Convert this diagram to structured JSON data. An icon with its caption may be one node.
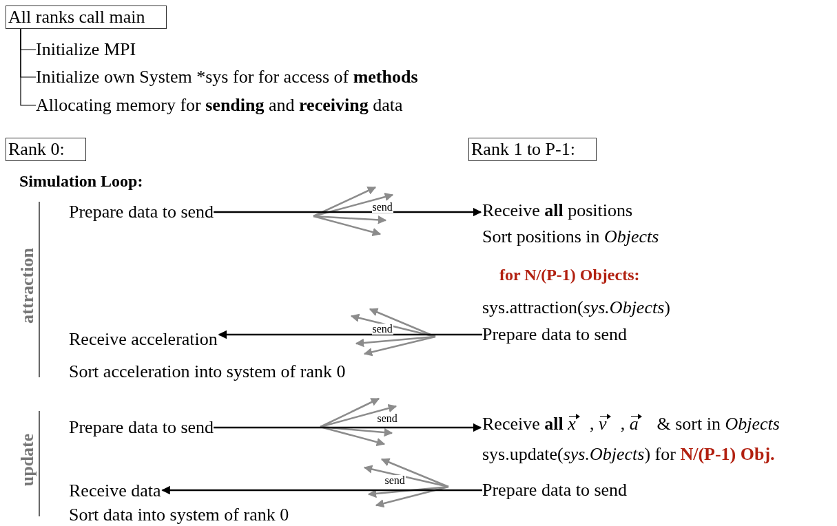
{
  "diagram": {
    "nodes": [
      {
        "text": [
          "All ranks call main"
        ]
      },
      {
        "text": [
          "Initialize MPI"
        ]
      },
      {
        "text": [
          "Initialize own System *sys for for access of **methods**"
        ]
      },
      {
        "text": [
          "Allocating memory for **sending** and **receiving** data"
        ]
      },
      {
        "text": [
          "Rank 0:"
        ]
      },
      {
        "text": [
          "Rank 1 to P-1:"
        ]
      },
      {
        "text": [
          "Prepare data to send"
        ]
      },
      {
        "text": [
          "Receive **all** positions"
        ]
      },
      {
        "text": [
          "Receive acceleration"
        ]
      },
      {
        "text": [
          "Prepare data to send"
        ]
      },
      {
        "text": [
          "Prepare data to send"
        ]
      },
      {
        "text": [
          "Receive **all** *x⃗*, *v⃗*, *a⃗* & sort in *Objects*"
        ]
      },
      {
        "text": [
          "Receive data"
        ]
      },
      {
        "text": [
          "Prepare data to send"
        ]
      }
    ],
    "edges": [
      {
        "from": 0,
        "to": 1,
        "arrow": "none"
      },
      {
        "from": 0,
        "to": 2,
        "arrow": "none"
      },
      {
        "from": 0,
        "to": 3,
        "arrow": "none"
      },
      {
        "from": 6,
        "to": 7,
        "arrow": "to",
        "label": "send"
      },
      {
        "from": 9,
        "to": 8,
        "arrow": "to",
        "label": "send"
      },
      {
        "from": 10,
        "to": 11,
        "arrow": "to",
        "label": "send"
      },
      {
        "from": 13,
        "to": 12,
        "arrow": "to",
        "label": "send"
      }
    ],
    "labels": [
      "Simulation Loop:",
      "attraction",
      "Sort positions in *Objects*",
      "for N/(P-1) Objects:",
      "sys.attraction(*sys.Objects*)",
      "Sort acceleration into system of rank 0",
      "update",
      "sys.update(*sys.Objects*) for **N/(P-1) Obj.**",
      "Sort data into system of rank 0"
    ]
  }
}
